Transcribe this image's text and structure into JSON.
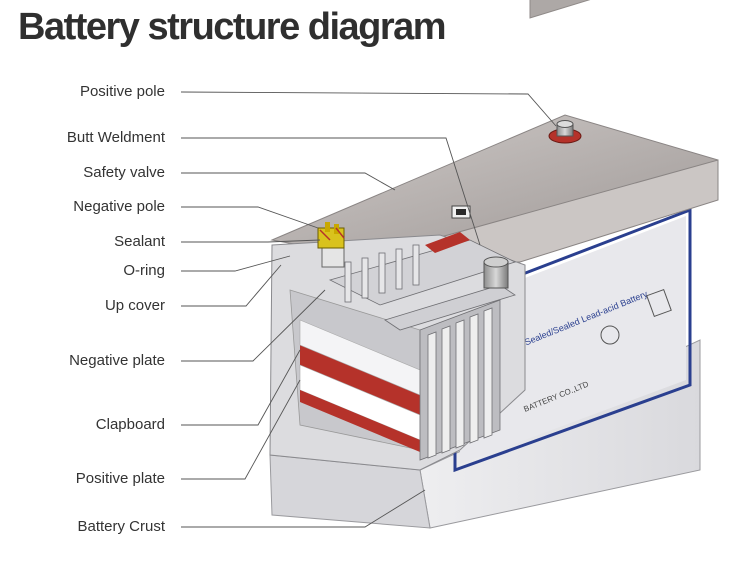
{
  "title": "Battery structure diagram",
  "labels": [
    {
      "id": "positive-pole",
      "text": "Positive pole"
    },
    {
      "id": "butt-weldment",
      "text": "Butt Weldment"
    },
    {
      "id": "safety-valve",
      "text": "Safety valve"
    },
    {
      "id": "negative-pole",
      "text": "Negative pole"
    },
    {
      "id": "sealant",
      "text": "Sealant"
    },
    {
      "id": "o-ring",
      "text": "O-ring"
    },
    {
      "id": "up-cover",
      "text": "Up cover"
    },
    {
      "id": "negative-plate",
      "text": "Negative plate"
    },
    {
      "id": "clapboard",
      "text": "Clapboard"
    },
    {
      "id": "positive-plate",
      "text": "Positive plate"
    },
    {
      "id": "battery-crust",
      "text": "Battery Crust"
    }
  ],
  "case_print": {
    "line1": "ve Sealed/Sealed Lead-acid Battery",
    "line2": "BATTERY CO.,LTD"
  },
  "colors": {
    "case": "#e4e4e7",
    "lid": "#b9b4b2",
    "stripe": "#2a3f8f",
    "separator": "#b5322a",
    "line": "#555555"
  }
}
